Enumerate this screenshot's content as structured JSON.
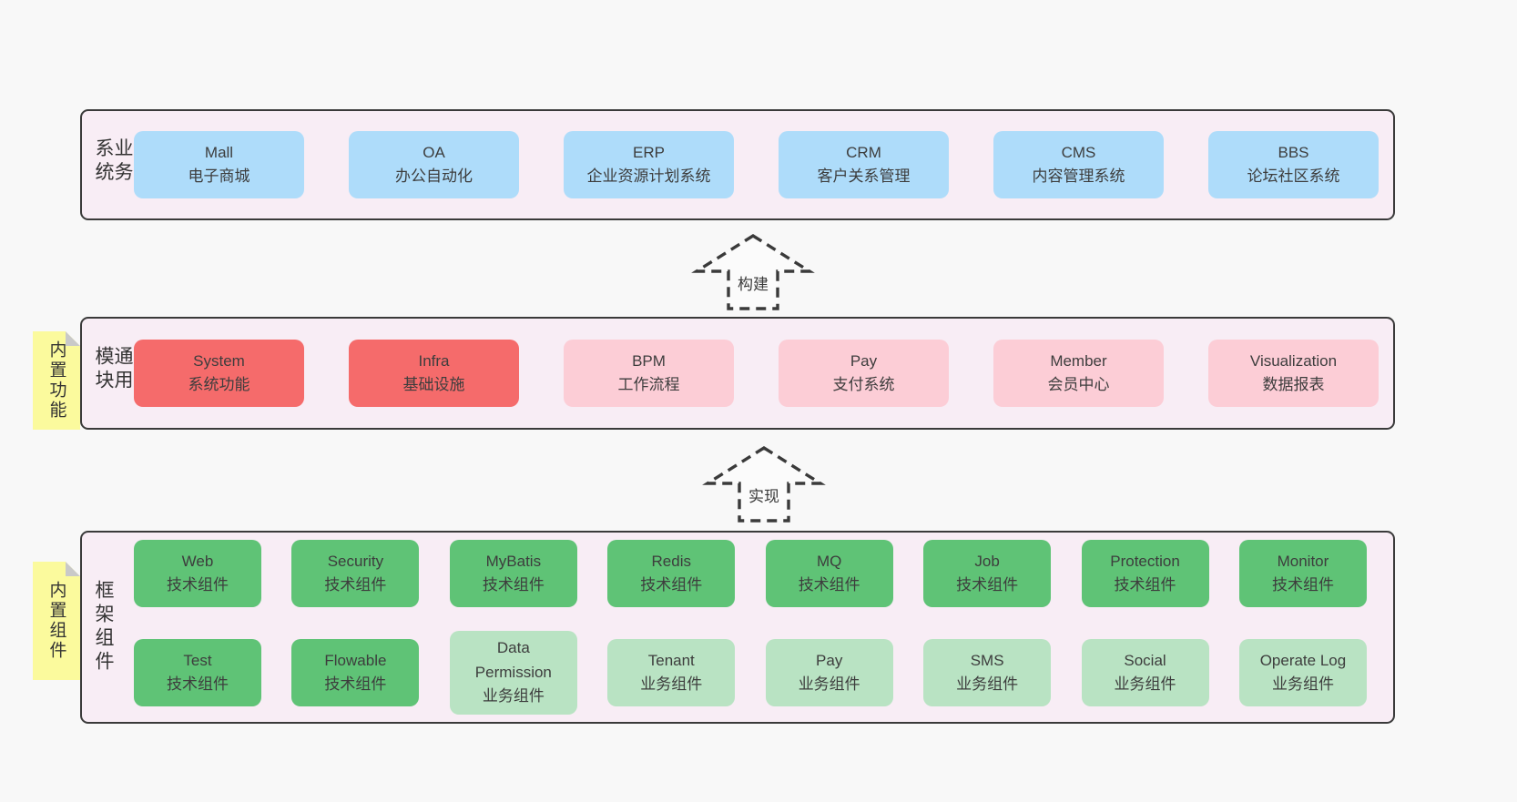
{
  "colors": {
    "page_bg": "#f8f8f8",
    "band_bg": "#f8edf5",
    "band_border": "#3a3a3a",
    "sticky_bg": "#fbfa9d",
    "sticky_fold": "#c9c9c9",
    "text": "#3d3d3d",
    "variants": {
      "blue": "#aedcfa",
      "red": "#f56b6b",
      "pink": "#fccdd6",
      "green": "#5fc376",
      "lightgreen": "#b9e3c3"
    }
  },
  "arrows": [
    {
      "label": "构建"
    },
    {
      "label": "实现"
    }
  ],
  "bands": {
    "business": {
      "label": "业务系统",
      "boxes": [
        {
          "title": "Mall",
          "subtitle": "电子商城",
          "variant": "blue"
        },
        {
          "title": "OA",
          "subtitle": "办公自动化",
          "variant": "blue"
        },
        {
          "title": "ERP",
          "subtitle": "企业资源计划系统",
          "variant": "blue"
        },
        {
          "title": "CRM",
          "subtitle": "客户关系管理",
          "variant": "blue"
        },
        {
          "title": "CMS",
          "subtitle": "内容管理系统",
          "variant": "blue"
        },
        {
          "title": "BBS",
          "subtitle": "论坛社区系统",
          "variant": "blue"
        }
      ]
    },
    "modules": {
      "label": "通用模块",
      "sticky": "内置功能",
      "boxes": [
        {
          "title": "System",
          "subtitle": "系统功能",
          "variant": "red"
        },
        {
          "title": "Infra",
          "subtitle": "基础设施",
          "variant": "red"
        },
        {
          "title": "BPM",
          "subtitle": "工作流程",
          "variant": "pink"
        },
        {
          "title": "Pay",
          "subtitle": "支付系统",
          "variant": "pink"
        },
        {
          "title": "Member",
          "subtitle": "会员中心",
          "variant": "pink"
        },
        {
          "title": "Visualization",
          "subtitle": "数据报表",
          "variant": "pink"
        }
      ]
    },
    "framework": {
      "label": "框架组件",
      "sticky": "内置组件",
      "rows": {
        "row1": [
          {
            "title": "Web",
            "subtitle": "技术组件",
            "variant": "green"
          },
          {
            "title": "Security",
            "subtitle": "技术组件",
            "variant": "green"
          },
          {
            "title": "MyBatis",
            "subtitle": "技术组件",
            "variant": "green"
          },
          {
            "title": "Redis",
            "subtitle": "技术组件",
            "variant": "green"
          },
          {
            "title": "MQ",
            "subtitle": "技术组件",
            "variant": "green"
          },
          {
            "title": "Job",
            "subtitle": "技术组件",
            "variant": "green"
          },
          {
            "title": "Protection",
            "subtitle": "技术组件",
            "variant": "green"
          },
          {
            "title": "Monitor",
            "subtitle": "技术组件",
            "variant": "green"
          }
        ],
        "row2": [
          {
            "title": "Test",
            "subtitle": "技术组件",
            "variant": "green"
          },
          {
            "title": "Flowable",
            "subtitle": "技术组件",
            "variant": "green"
          },
          {
            "title": "Data Permission",
            "subtitle": "业务组件",
            "variant": "lightgreen"
          },
          {
            "title": "Tenant",
            "subtitle": "业务组件",
            "variant": "lightgreen"
          },
          {
            "title": "Pay",
            "subtitle": "业务组件",
            "variant": "lightgreen"
          },
          {
            "title": "SMS",
            "subtitle": "业务组件",
            "variant": "lightgreen"
          },
          {
            "title": "Social",
            "subtitle": "业务组件",
            "variant": "lightgreen"
          },
          {
            "title": "Operate Log",
            "subtitle": "业务组件",
            "variant": "lightgreen"
          }
        ]
      }
    }
  }
}
